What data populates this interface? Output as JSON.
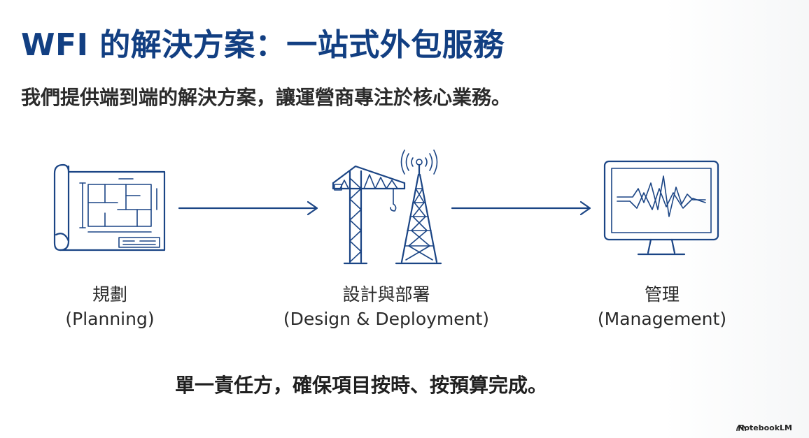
{
  "slide": {
    "title": "WFI 的解決方案：一站式外包服務",
    "subtitle": "我們提供端到端的解決方案，讓運營商專注於核心業務。",
    "stages": [
      {
        "zh": "規劃",
        "en": "(Planning)",
        "icon": "blueprint-icon"
      },
      {
        "zh": "設計與部署",
        "en": "(Design & Deployment)",
        "icon": "crane-tower-icon"
      },
      {
        "zh": "管理",
        "en": "(Management)",
        "icon": "monitor-icon"
      }
    ],
    "footer": "單一責任方，確保項目按時、按預算完成。",
    "brand": "NotebookLM",
    "colors": {
      "accent": "#123f82",
      "icon_stroke": "#1b4585"
    }
  }
}
